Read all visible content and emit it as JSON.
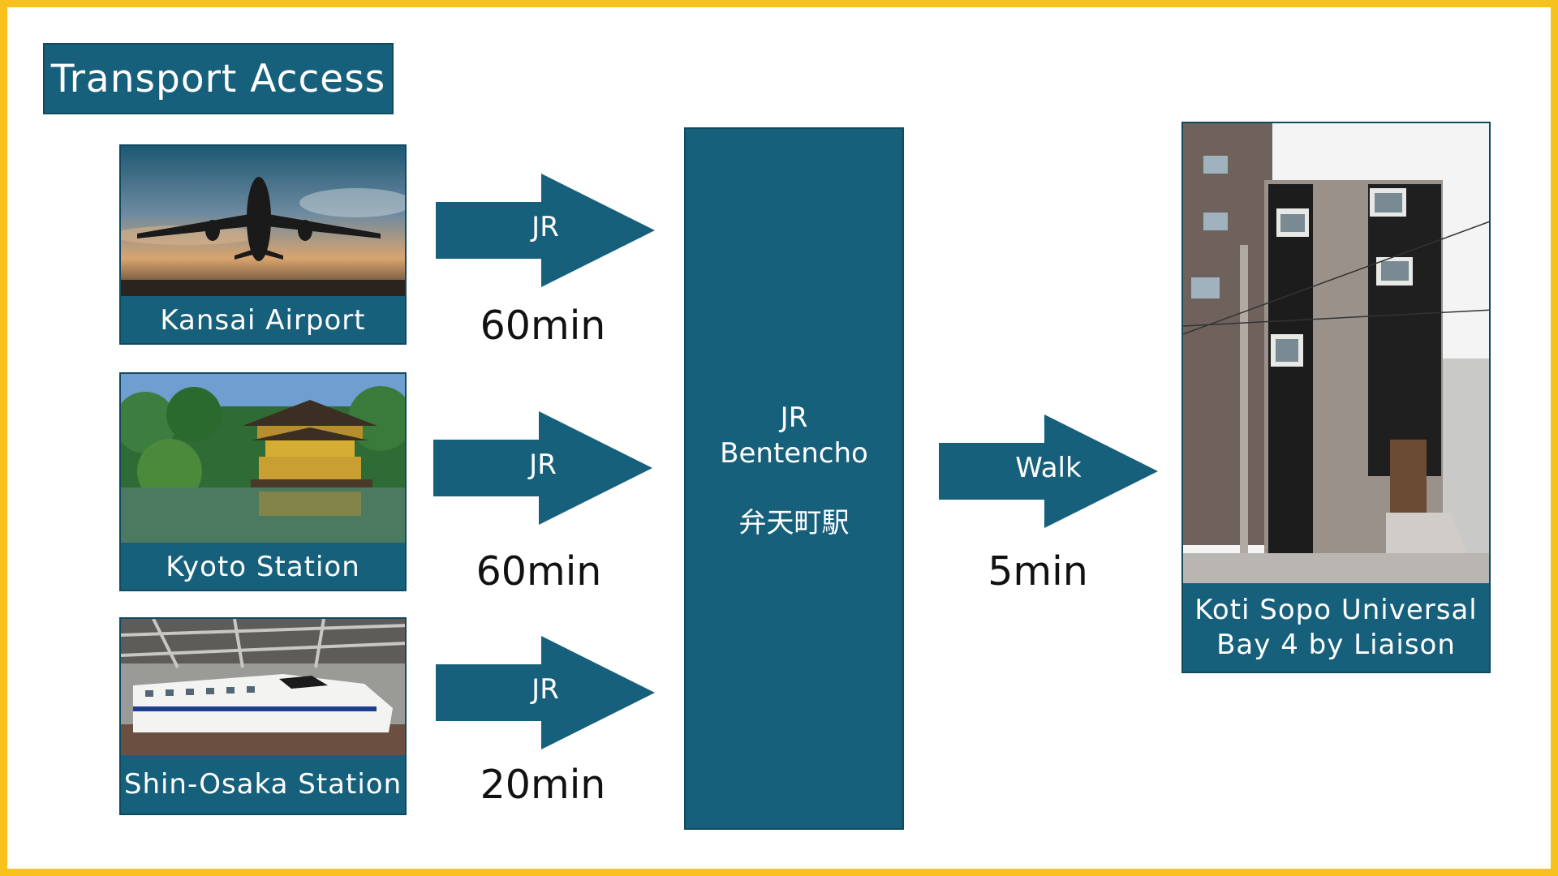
{
  "title": "Transport Access",
  "origins": [
    {
      "name": "Kansai Airport",
      "mode": "JR",
      "time": "60min",
      "image": "airplane-photo"
    },
    {
      "name": "Kyoto Station",
      "mode": "JR",
      "time": "60min",
      "image": "golden-pavilion-photo"
    },
    {
      "name": "Shin-Osaka Station",
      "mode": "JR",
      "time": "20min",
      "image": "bullet-train-photo"
    }
  ],
  "hub": {
    "line1": "JR",
    "line2": "Bentencho",
    "line3": "弁天町駅"
  },
  "walk": {
    "mode": "Walk",
    "time": "5min"
  },
  "destination": {
    "line1": "Koti Sopo Universal",
    "line2": "Bay 4 by Liaison",
    "image": "building-photo"
  },
  "colors": {
    "accent": "#17607c",
    "border": "#f7c21b",
    "background": "#ffffff"
  }
}
